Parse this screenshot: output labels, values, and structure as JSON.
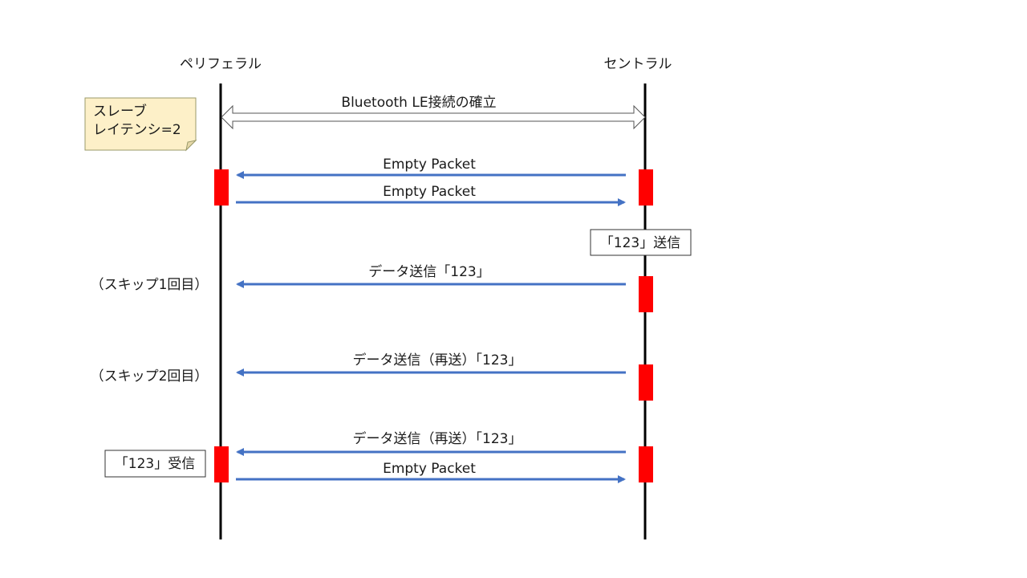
{
  "participants": {
    "left": "ペリフェラル",
    "right": "セントラル"
  },
  "connection": {
    "label": "Bluetooth LE接続の確立"
  },
  "note": {
    "line1": "スレーブ",
    "line2": "レイテンシ=2",
    "fill": "#fdf0c8",
    "stroke": "#9a9a6a"
  },
  "messages": [
    {
      "id": "m1",
      "label": "Empty Packet",
      "direction": "right-to-left"
    },
    {
      "id": "m2",
      "label": "Empty Packet",
      "direction": "left-to-right"
    },
    {
      "id": "m3",
      "label": "データ送信「123」",
      "direction": "right-to-left"
    },
    {
      "id": "m4",
      "label": "データ送信（再送）「123」",
      "direction": "right-to-left"
    },
    {
      "id": "m5",
      "label": "データ送信（再送）「123」",
      "direction": "right-to-left"
    },
    {
      "id": "m6",
      "label": "Empty Packet",
      "direction": "left-to-right"
    }
  ],
  "side_labels": {
    "skip1": "（スキップ1回目）",
    "skip2": "（スキップ2回目）"
  },
  "boxes": {
    "central_send": "「123」送信",
    "peripheral_receive": "「123」受信"
  },
  "colors": {
    "arrow": "#4472c4",
    "activation": "#ff0000",
    "lifeline": "#000000"
  }
}
